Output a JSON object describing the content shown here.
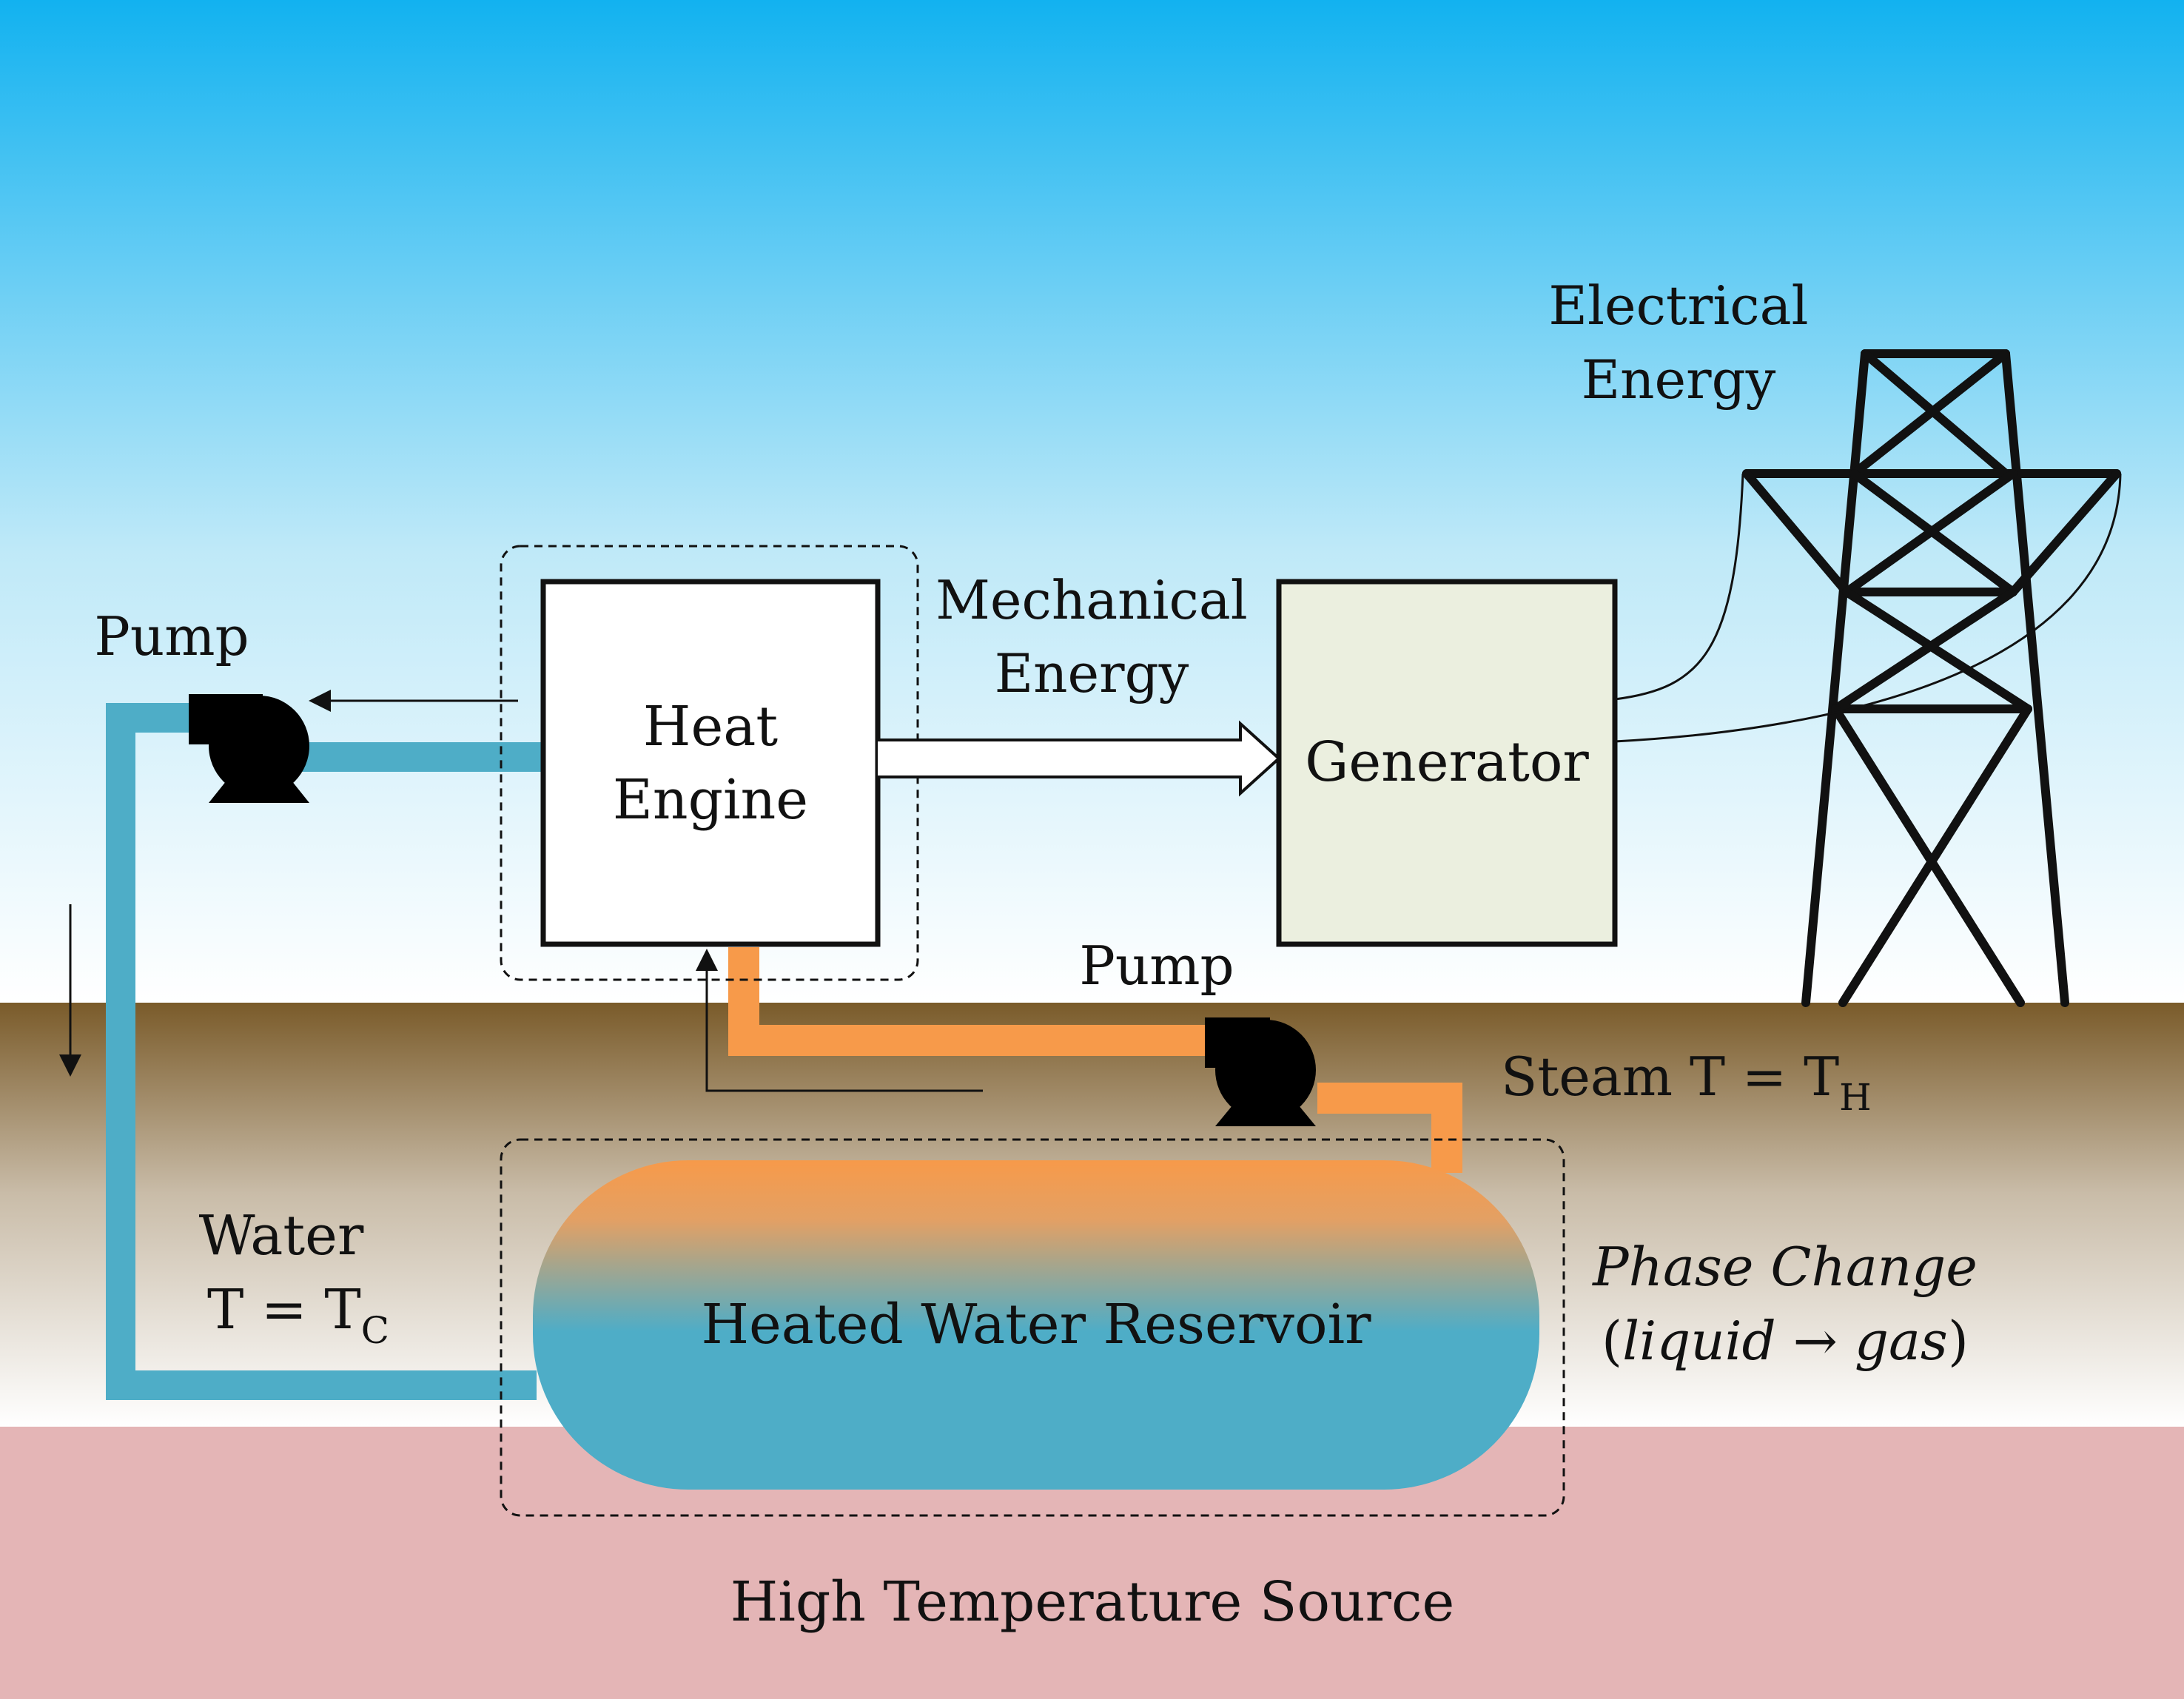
{
  "labels": {
    "pump_left": "Pump",
    "pump_bottom": "Pump",
    "heat_engine_line1": "Heat",
    "heat_engine_line2": "Engine",
    "mechanical_line1": "Mechanical",
    "mechanical_line2": "Energy",
    "generator": "Generator",
    "electrical_line1": "Electrical",
    "electrical_line2": "Energy",
    "steam_prefix": "Steam T = T",
    "steam_sub": "H",
    "water_line1": "Water",
    "water_prefix": "T = T",
    "water_sub": "C",
    "reservoir": "Heated Water Reservoir",
    "phase_change_line1": "Phase Change",
    "phase_change_line2_open": "(",
    "phase_change_line2_liquid": "liquid",
    "phase_change_line2_arrow": " → ",
    "phase_change_line2_gas": "gas",
    "phase_change_line2_close": ")",
    "source": "High Temperature Source"
  },
  "icons": {
    "pumps": "pump-icon",
    "tower": "transmission-tower-icon",
    "arrow": "hollow-arrow-icon"
  },
  "colors": {
    "sky_top": "#12b2f0",
    "sky_bottom": "#ffffff",
    "ground_top": "#7a5b2a",
    "ground_bottom": "#ffffff",
    "hot_source": "#e4b5b6",
    "cold_water": "#4eadc7",
    "steam": "#f79a4a",
    "generator_fill": "#ebefdf",
    "line": "#111111"
  }
}
